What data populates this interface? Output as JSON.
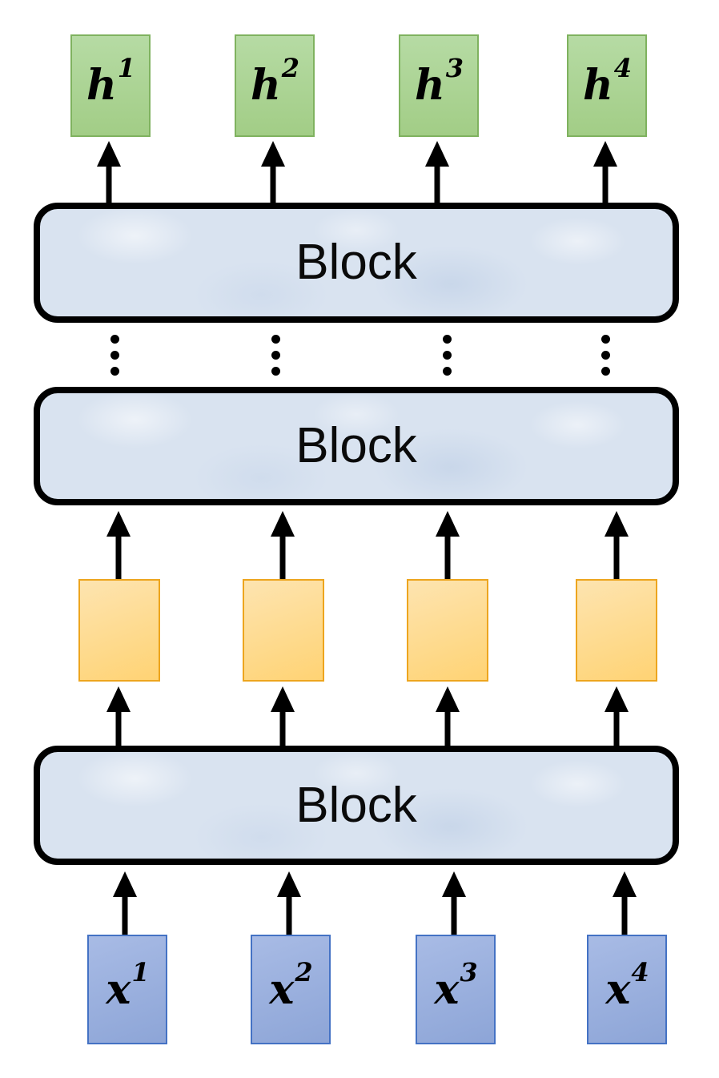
{
  "diagram": {
    "description": "Stacked network: inputs pass through repeated Blocks producing hidden vectors and outputs",
    "blocks": [
      {
        "label": "Block"
      },
      {
        "label": "Block"
      },
      {
        "label": "Block"
      }
    ],
    "outputs": [
      {
        "base": "h",
        "sup": "1"
      },
      {
        "base": "h",
        "sup": "2"
      },
      {
        "base": "h",
        "sup": "3"
      },
      {
        "base": "h",
        "sup": "4"
      }
    ],
    "inputs": [
      {
        "base": "x",
        "sup": "1"
      },
      {
        "base": "x",
        "sup": "2"
      },
      {
        "base": "x",
        "sup": "3"
      },
      {
        "base": "x",
        "sup": "4"
      }
    ],
    "ellipsis_columns": 4
  },
  "colors": {
    "block-fill": "#d9e3f0",
    "block-border": "#000000",
    "output-fill-top": "#b6dba4",
    "output-fill-bottom": "#a2cd86",
    "output-border": "#7fb25f",
    "hidden-fill-top": "#fde4b0",
    "hidden-fill-bottom": "#ffd374",
    "hidden-border": "#eda51e",
    "input-fill-top": "#a8bbe5",
    "input-fill-bottom": "#8da5d7",
    "input-border": "#4472c4",
    "arrow": "#000000"
  }
}
